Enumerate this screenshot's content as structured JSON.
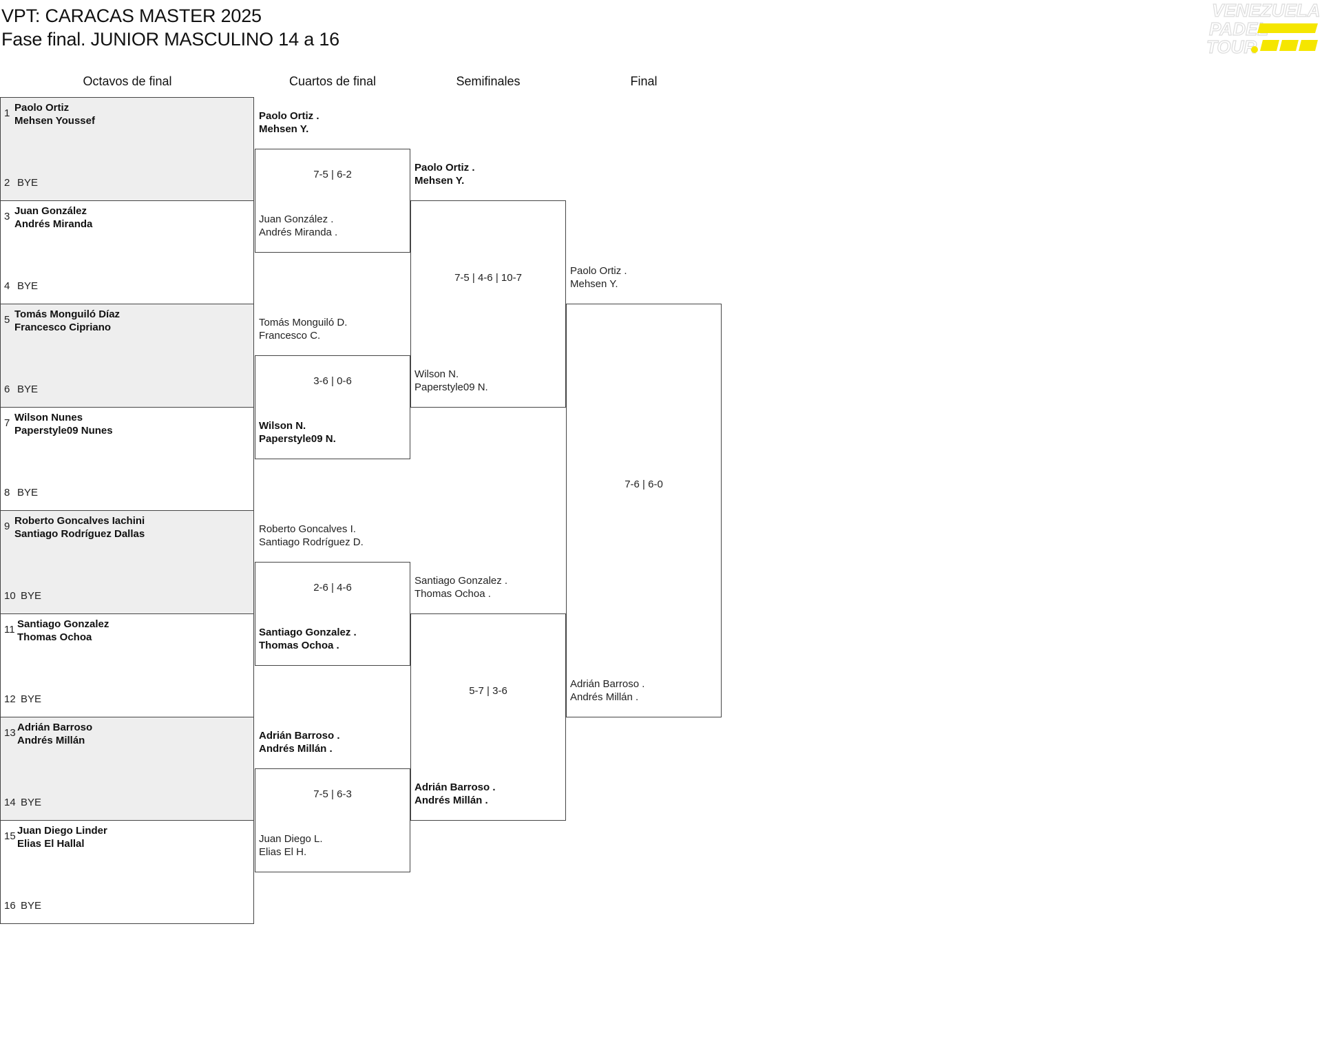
{
  "header": {
    "title": "VPT: CARACAS MASTER 2025",
    "subtitle": "Fase final. JUNIOR MASCULINO 14 a 16",
    "logo_text": [
      "VENEZUELA",
      "PADEL",
      "TOUR"
    ],
    "logo_color": "#f5e600"
  },
  "rounds": [
    "Octavos de final",
    "Cuartos de final",
    "Semifinales",
    "Final"
  ],
  "octavos": [
    {
      "seed_a": "1",
      "team": [
        "Paolo Ortiz",
        "Mehsen Youssef"
      ],
      "seed_b": "2",
      "bye": "BYE"
    },
    {
      "seed_a": "3",
      "team": [
        "Juan González",
        "Andrés Miranda"
      ],
      "seed_b": "4",
      "bye": "BYE"
    },
    {
      "seed_a": "5",
      "team": [
        "Tomás Monguiló Díaz",
        "Francesco Cipriano"
      ],
      "seed_b": "6",
      "bye": "BYE"
    },
    {
      "seed_a": "7",
      "team": [
        "Wilson Nunes",
        "Paperstyle09 Nunes"
      ],
      "seed_b": "8",
      "bye": "BYE"
    },
    {
      "seed_a": "9",
      "team": [
        "Roberto Goncalves Iachini",
        "Santiago Rodríguez Dallas"
      ],
      "seed_b": "10",
      "bye": "BYE"
    },
    {
      "seed_a": "11",
      "team": [
        "Santiago Gonzalez",
        "Thomas Ochoa"
      ],
      "seed_b": "12",
      "bye": "BYE"
    },
    {
      "seed_a": "13",
      "team": [
        "Adrián Barroso",
        "Andrés Millán"
      ],
      "seed_b": "14",
      "bye": "BYE"
    },
    {
      "seed_a": "15",
      "team": [
        "Juan Diego Linder",
        "Elias El Hallal"
      ],
      "seed_b": "16",
      "bye": "BYE"
    }
  ],
  "cuartos": [
    {
      "top": [
        "Paolo Ortiz .",
        "Mehsen Y."
      ],
      "bottom": [
        "Juan González .",
        "Andrés Miranda ."
      ],
      "score": "7-5 | 6-2",
      "winner": "top"
    },
    {
      "top": [
        "Tomás Monguiló D.",
        "Francesco C."
      ],
      "bottom": [
        "Wilson N.",
        "Paperstyle09 N."
      ],
      "score": "3-6 | 0-6",
      "winner": "bottom"
    },
    {
      "top": [
        "Roberto Goncalves I.",
        "Santiago Rodríguez D."
      ],
      "bottom": [
        "Santiago Gonzalez .",
        "Thomas Ochoa ."
      ],
      "score": "2-6 | 4-6",
      "winner": "bottom"
    },
    {
      "top": [
        "Adrián Barroso .",
        "Andrés Millán ."
      ],
      "bottom": [
        "Juan Diego L.",
        "Elias El H."
      ],
      "score": "7-5 | 6-3",
      "winner": "top"
    }
  ],
  "semis": [
    {
      "top": [
        "Paolo Ortiz .",
        "Mehsen Y."
      ],
      "bottom": [
        "Wilson N.",
        "Paperstyle09 N."
      ],
      "score": "7-5 | 4-6 | 10-7",
      "winner": "top"
    },
    {
      "top": [
        "Santiago Gonzalez .",
        "Thomas Ochoa ."
      ],
      "bottom": [
        "Adrián Barroso .",
        "Andrés Millán ."
      ],
      "score": "5-7 | 3-6",
      "winner": "bottom"
    }
  ],
  "final": {
    "top": [
      "Paolo Ortiz .",
      "Mehsen Y."
    ],
    "bottom": [
      "Adrián Barroso .",
      "Andrés Millán ."
    ],
    "score": "7-6 | 6-0",
    "winner": "none"
  }
}
